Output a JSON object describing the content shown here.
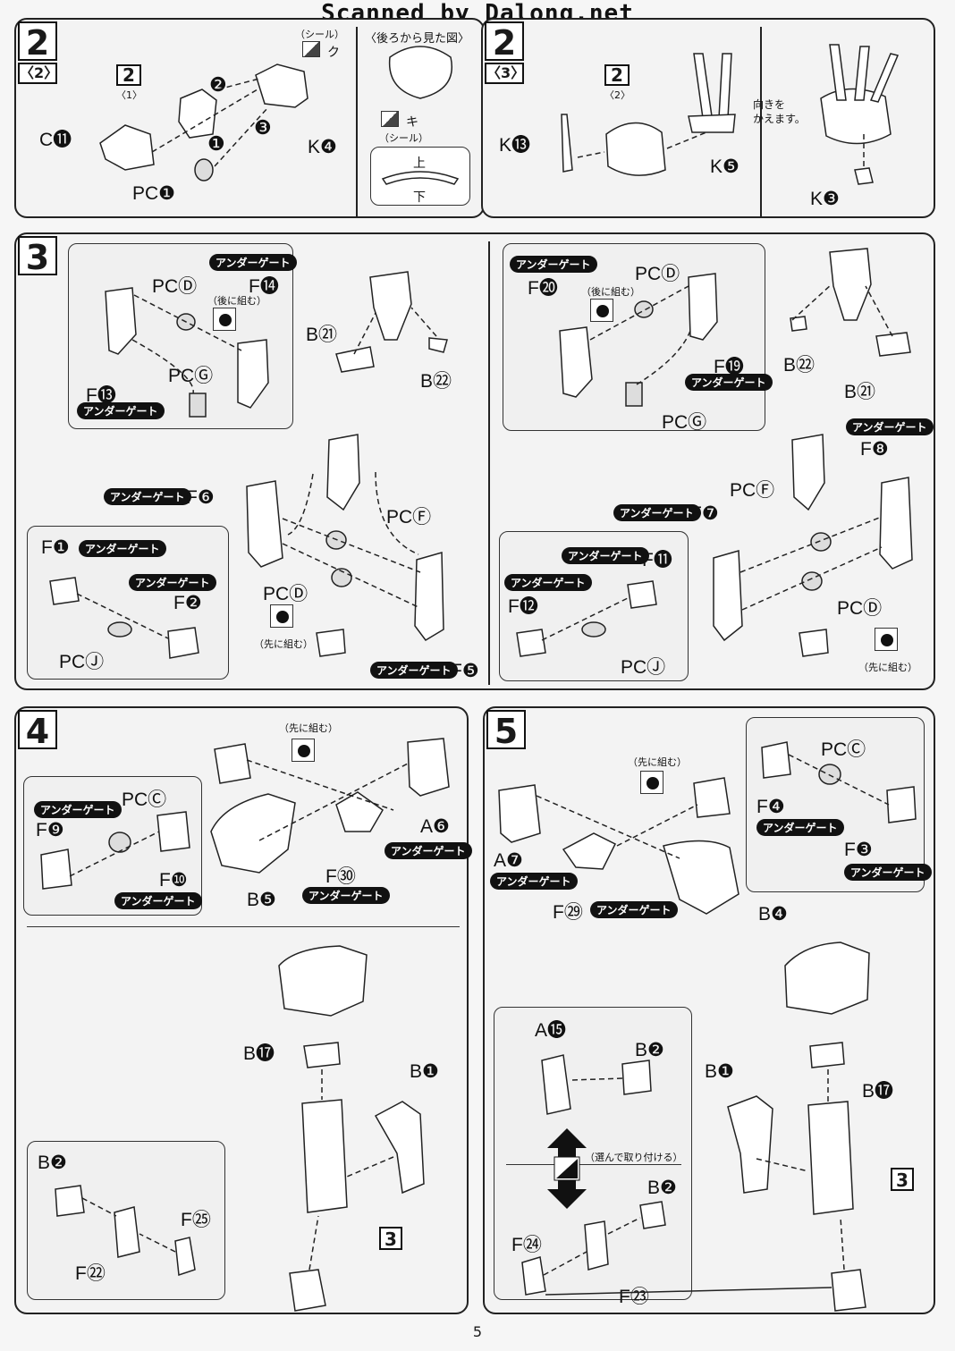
{
  "watermark": "Scanned by Dalong.net",
  "page_number": "5",
  "panel_2a": {
    "step": "2",
    "sub": "〈2〉",
    "ref": "2",
    "ref_sub": "〈1〉",
    "labels": {
      "c11": "C⓫",
      "pc1": "PC❶",
      "k4": "K❹"
    },
    "seal_label": "（シール）",
    "seal_ku": "ク",
    "seal_ki": "キ",
    "back_view": "〈後ろから見た図〉",
    "up": "上",
    "down": "下",
    "arrows": [
      "❶",
      "❷",
      "❸"
    ]
  },
  "panel_2b": {
    "step": "2",
    "sub": "〈3〉",
    "ref": "2",
    "ref_sub": "〈2〉",
    "labels": {
      "k13": "K⓭",
      "k5": "K❺",
      "k3": "K❸"
    },
    "turn_note_1": "向きを",
    "turn_note_2": "かえます。"
  },
  "panel_3": {
    "step": "3",
    "under_gate": "アンダーゲート",
    "later": "（後に組む）",
    "first": "（先に組む）",
    "left": {
      "pcd": "PCⒹ",
      "f14": "F⓮",
      "b21": "B㉑",
      "b22": "B㉒",
      "pcg": "PCⒼ",
      "f13": "F⓭",
      "f6": "F❻",
      "pcf": "PCⒻ",
      "f1": "F❶",
      "f2": "F❷",
      "pcj": "PCⒿ",
      "pcd2": "PCⒹ",
      "f5": "F❺"
    },
    "right": {
      "f20": "F⓴",
      "pcd": "PCⒹ",
      "b22": "B㉒",
      "f19": "F⓳",
      "b21": "B㉑",
      "pcg": "PCⒼ",
      "f8": "F❽",
      "pcf": "PCⒻ",
      "f7": "F❼",
      "f11": "F⓫",
      "f12": "F⓬",
      "pcd2": "PCⒹ",
      "pcj": "PCⒿ"
    }
  },
  "panel_4": {
    "step": "4",
    "first": "（先に組む）",
    "under_gate": "アンダーゲート",
    "labels": {
      "pcc": "PCⒸ",
      "f9": "F❾",
      "f10": "F❿",
      "a6": "A❻",
      "f30": "F㉚",
      "b5": "B❺",
      "b17": "B⓱",
      "b1": "B❶",
      "b2": "B❷",
      "f25": "F㉕",
      "f22": "F㉒"
    },
    "ref": "3"
  },
  "panel_5": {
    "step": "5",
    "first": "（先に組む）",
    "under_gate": "アンダーゲート",
    "choose": "（選んで取り付ける）",
    "labels": {
      "pcc": "PCⒸ",
      "f4": "F❹",
      "f3": "F❸",
      "a7": "A❼",
      "f29": "F㉙",
      "b4": "B❹",
      "a15": "A⓯",
      "b2": "B❷",
      "b1": "B❶",
      "b17": "B⓱",
      "b2b": "B❷",
      "f24": "F㉔",
      "f23": "F㉓"
    },
    "ref": "3"
  }
}
